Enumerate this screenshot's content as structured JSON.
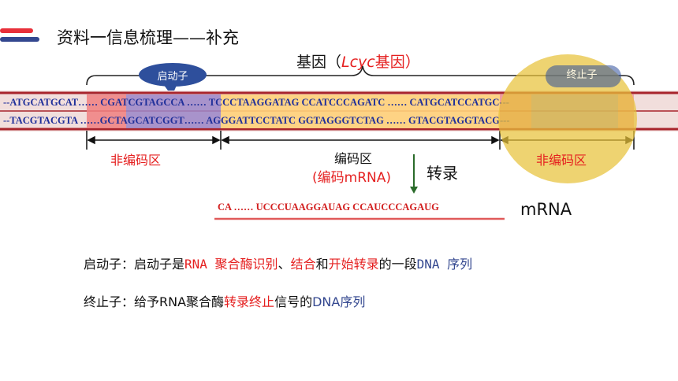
{
  "slide": {
    "title": "资料一信息梳理——补充",
    "gene_title": {
      "prefix": "基因（",
      "name": "Lcyc",
      "suffix": "基因）"
    },
    "bubbles": {
      "promoter": "启动子",
      "terminator": "终止子"
    },
    "sequence": {
      "top_strand": "--ATGCATGCAT…… CGATCGTAGCCA …… TCCCTAAGGATAG CCATCCCAGATC …… CATGCATCCATGC---",
      "bottom_strand": "--TACGTACGTA ……GCTAGCATCGGT…… AGGGATTCCTATC GGTAGGGTCTAG …… GTACGTAGGTACG---"
    },
    "regions": {
      "left_noncoding": "非编码区",
      "coding": "编码区",
      "coding_note": "(编码mRNA)",
      "right_noncoding": "非编码区"
    },
    "transcription": "转录",
    "mrna": {
      "sequence": "CA …… UCCCUAAGGAUAG CCAUCCCAGAUG",
      "label": "mRNA"
    },
    "definitions": {
      "promoter": {
        "lead": "启动子：启动子是",
        "r1": "RNA 聚合酶识别",
        "sep1": "、",
        "r2": "结合",
        "sep2": "和",
        "r3": "开始转录",
        "mid": "的一段",
        "b1": "DNA 序列"
      },
      "terminator": {
        "lead": "终止子：给予RNA聚合酶",
        "r1": "转录终止",
        "mid": "信号的",
        "b1": "DNA序列"
      }
    },
    "colors": {
      "red": "#e52020",
      "blue": "#1f2f9a",
      "promoter_bubble": "#2e4f9c",
      "highlight_orange": "#ffd27a",
      "terminator_circle": "#e8c23a"
    }
  }
}
